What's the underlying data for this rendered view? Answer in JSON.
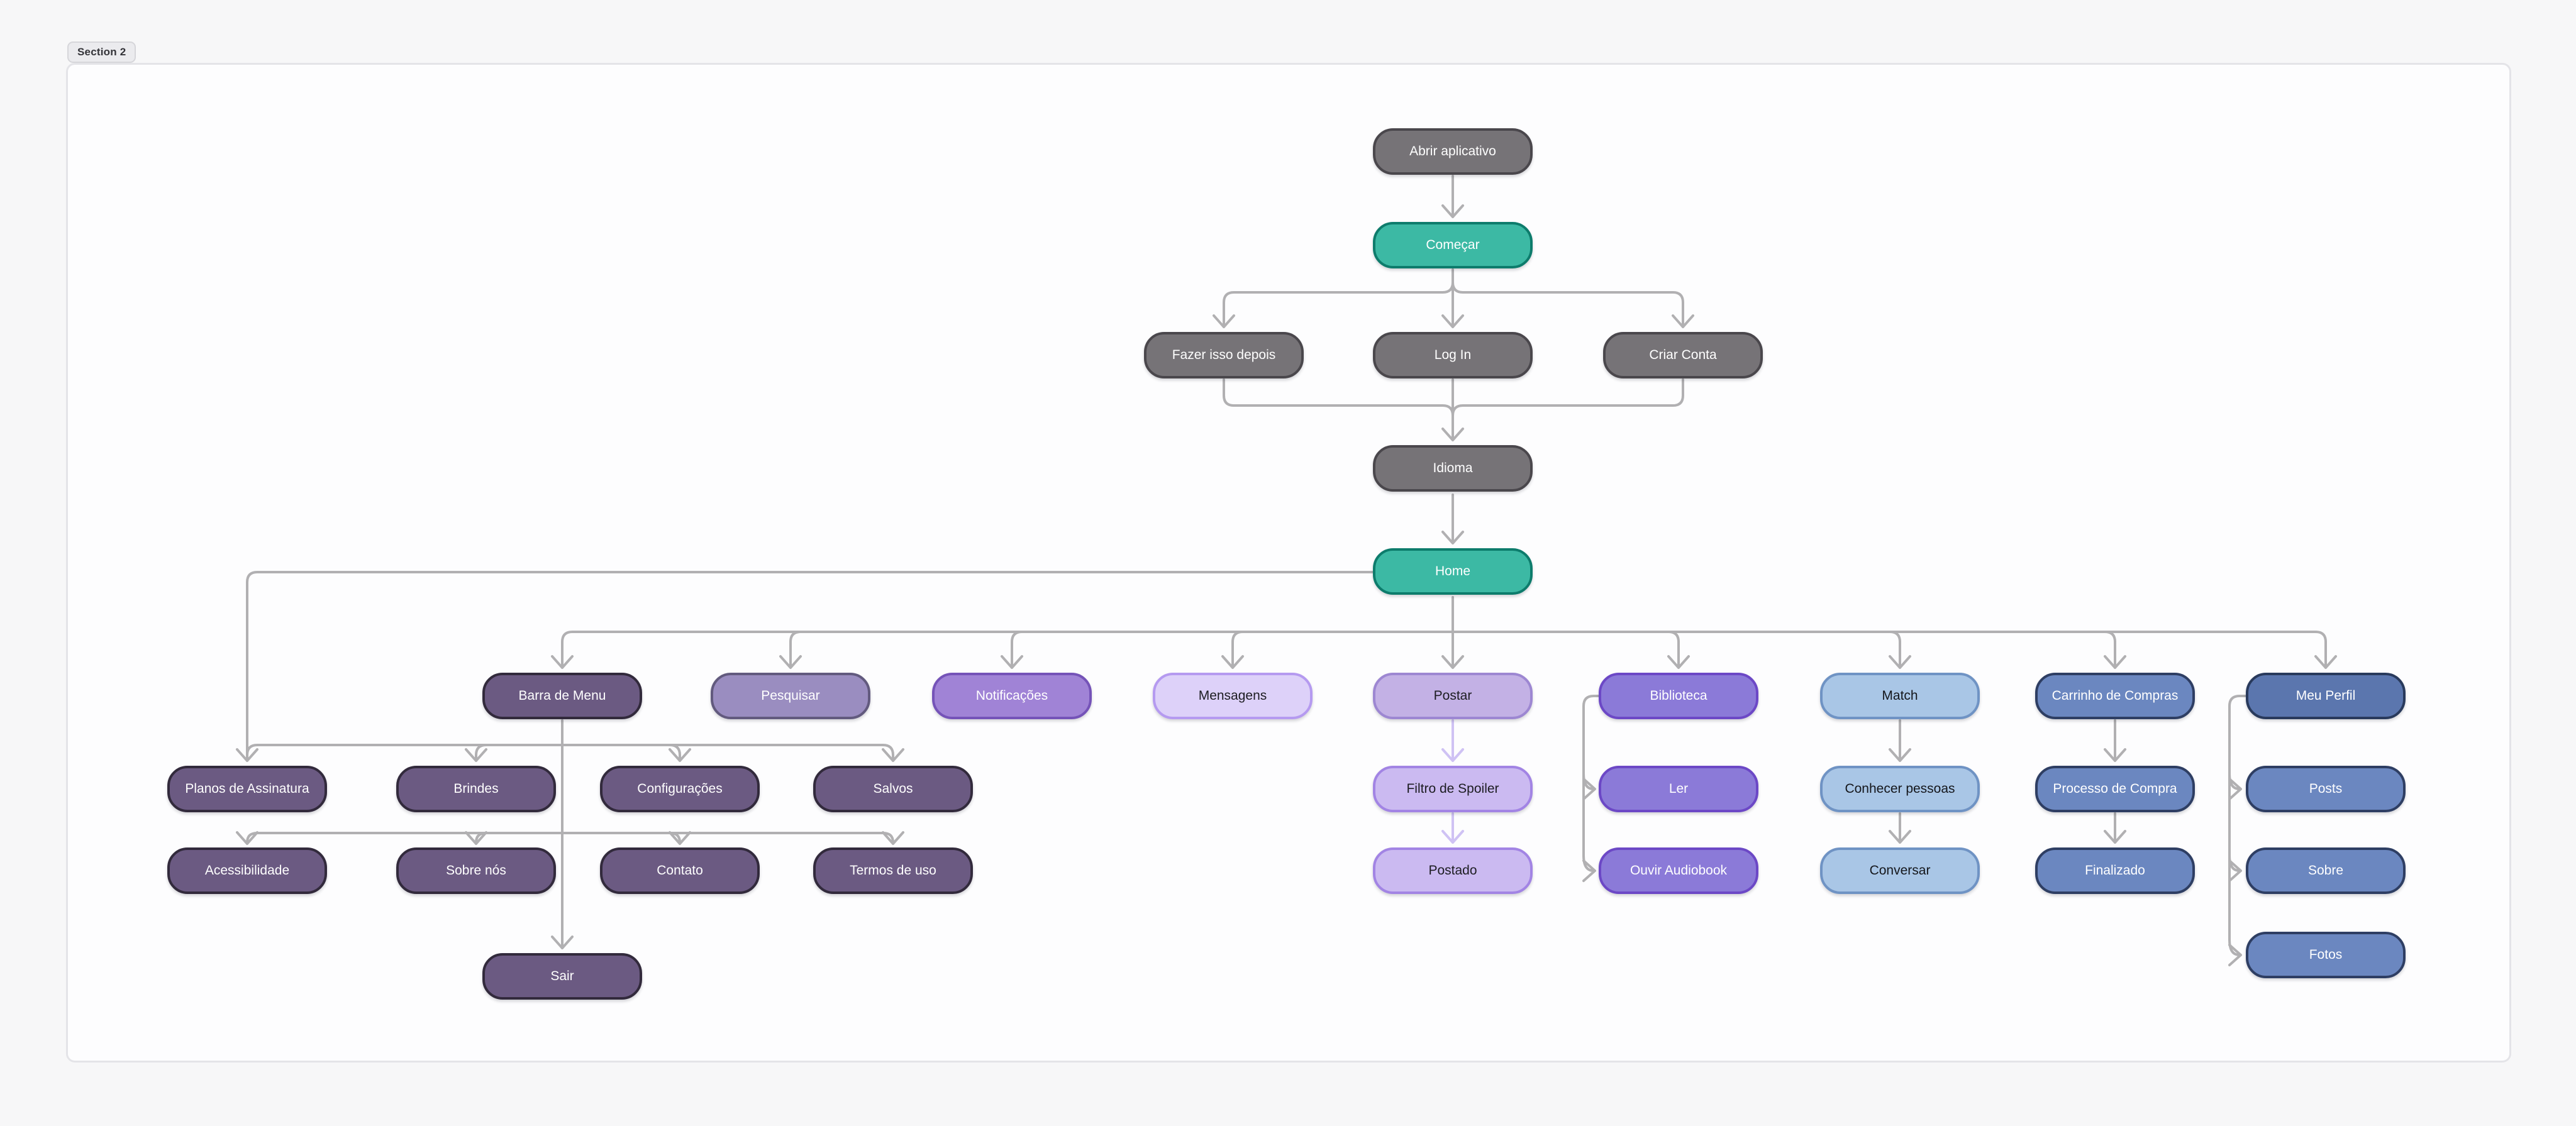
{
  "diagram": {
    "section_label": "Section 2",
    "colors": {
      "gray": "#767377",
      "teal": "#3cb9a4",
      "dark_purple": "#6b5a82",
      "muted_purple": "#9a8dc0",
      "bright_purple": "#a083d6",
      "lavender": "#ddd1f9",
      "light_purple": "#c3b1e5",
      "purple": "#8b7ad8",
      "light_blue": "#a9c6e6",
      "blue": "#6b87c0",
      "dark_blue": "#5b76ae",
      "connector_gray": "#b1b0b2",
      "connector_lavender": "#cfc2f4"
    },
    "nodes": {
      "abrir": {
        "label": "Abrir aplicativo"
      },
      "comecar": {
        "label": "Começar"
      },
      "fazer": {
        "label": "Fazer isso depois"
      },
      "login": {
        "label": "Log In"
      },
      "criar": {
        "label": "Criar Conta"
      },
      "idioma": {
        "label": "Idioma"
      },
      "home": {
        "label": "Home"
      },
      "barra": {
        "label": "Barra de Menu"
      },
      "pesquisar": {
        "label": "Pesquisar"
      },
      "notificacoes": {
        "label": "Notificações"
      },
      "mensagens": {
        "label": "Mensagens"
      },
      "postar": {
        "label": "Postar"
      },
      "biblioteca": {
        "label": "Biblioteca"
      },
      "match": {
        "label": "Match"
      },
      "carrinho": {
        "label": "Carrinho de Compras"
      },
      "meu_perfil": {
        "label": "Meu Perfil"
      },
      "planos": {
        "label": "Planos de Assinatura"
      },
      "brindes": {
        "label": "Brindes"
      },
      "configuracoes": {
        "label": "Configurações"
      },
      "salvos": {
        "label": "Salvos"
      },
      "acessibilidade": {
        "label": "Acessibilidade"
      },
      "sobre_nos": {
        "label": "Sobre nós"
      },
      "contato": {
        "label": "Contato"
      },
      "termos": {
        "label": "Termos de uso"
      },
      "sair": {
        "label": "Sair"
      },
      "filtro": {
        "label": "Filtro de Spoiler"
      },
      "postado": {
        "label": "Postado"
      },
      "ler": {
        "label": "Ler"
      },
      "ouvir": {
        "label": "Ouvir Audiobook"
      },
      "conhecer": {
        "label": "Conhecer pessoas"
      },
      "conversar": {
        "label": "Conversar"
      },
      "processo": {
        "label": "Processo de Compra"
      },
      "finalizado": {
        "label": "Finalizado"
      },
      "posts": {
        "label": "Posts"
      },
      "sobre": {
        "label": "Sobre"
      },
      "fotos": {
        "label": "Fotos"
      }
    },
    "edges": [
      {
        "from": "Abrir aplicativo",
        "to": "Começar"
      },
      {
        "from": "Começar",
        "to": "Fazer isso depois"
      },
      {
        "from": "Começar",
        "to": "Log In"
      },
      {
        "from": "Começar",
        "to": "Criar Conta"
      },
      {
        "from": "Fazer isso depois",
        "to": "Idioma"
      },
      {
        "from": "Log In",
        "to": "Idioma"
      },
      {
        "from": "Criar Conta",
        "to": "Idioma"
      },
      {
        "from": "Idioma",
        "to": "Home"
      },
      {
        "from": "Home",
        "to": "Barra de Menu"
      },
      {
        "from": "Home",
        "to": "Pesquisar"
      },
      {
        "from": "Home",
        "to": "Notificações"
      },
      {
        "from": "Home",
        "to": "Mensagens"
      },
      {
        "from": "Home",
        "to": "Postar"
      },
      {
        "from": "Home",
        "to": "Biblioteca"
      },
      {
        "from": "Home",
        "to": "Match"
      },
      {
        "from": "Home",
        "to": "Carrinho de Compras"
      },
      {
        "from": "Home",
        "to": "Meu Perfil"
      },
      {
        "from": "Home",
        "to": "Planos de Assinatura"
      },
      {
        "from": "Barra de Menu",
        "to": "Planos de Assinatura"
      },
      {
        "from": "Barra de Menu",
        "to": "Brindes"
      },
      {
        "from": "Barra de Menu",
        "to": "Configurações"
      },
      {
        "from": "Barra de Menu",
        "to": "Salvos"
      },
      {
        "from": "Barra de Menu",
        "to": "Acessibilidade"
      },
      {
        "from": "Barra de Menu",
        "to": "Sobre nós"
      },
      {
        "from": "Barra de Menu",
        "to": "Contato"
      },
      {
        "from": "Barra de Menu",
        "to": "Termos de uso"
      },
      {
        "from": "Barra de Menu",
        "to": "Sair"
      },
      {
        "from": "Postar",
        "to": "Filtro de Spoiler"
      },
      {
        "from": "Filtro de Spoiler",
        "to": "Postado"
      },
      {
        "from": "Biblioteca",
        "to": "Ler"
      },
      {
        "from": "Biblioteca",
        "to": "Ouvir Audiobook"
      },
      {
        "from": "Match",
        "to": "Conhecer pessoas"
      },
      {
        "from": "Conhecer pessoas",
        "to": "Conversar"
      },
      {
        "from": "Carrinho de Compras",
        "to": "Processo de Compra"
      },
      {
        "from": "Processo de Compra",
        "to": "Finalizado"
      },
      {
        "from": "Meu Perfil",
        "to": "Posts"
      },
      {
        "from": "Meu Perfil",
        "to": "Sobre"
      },
      {
        "from": "Meu Perfil",
        "to": "Fotos"
      }
    ]
  }
}
